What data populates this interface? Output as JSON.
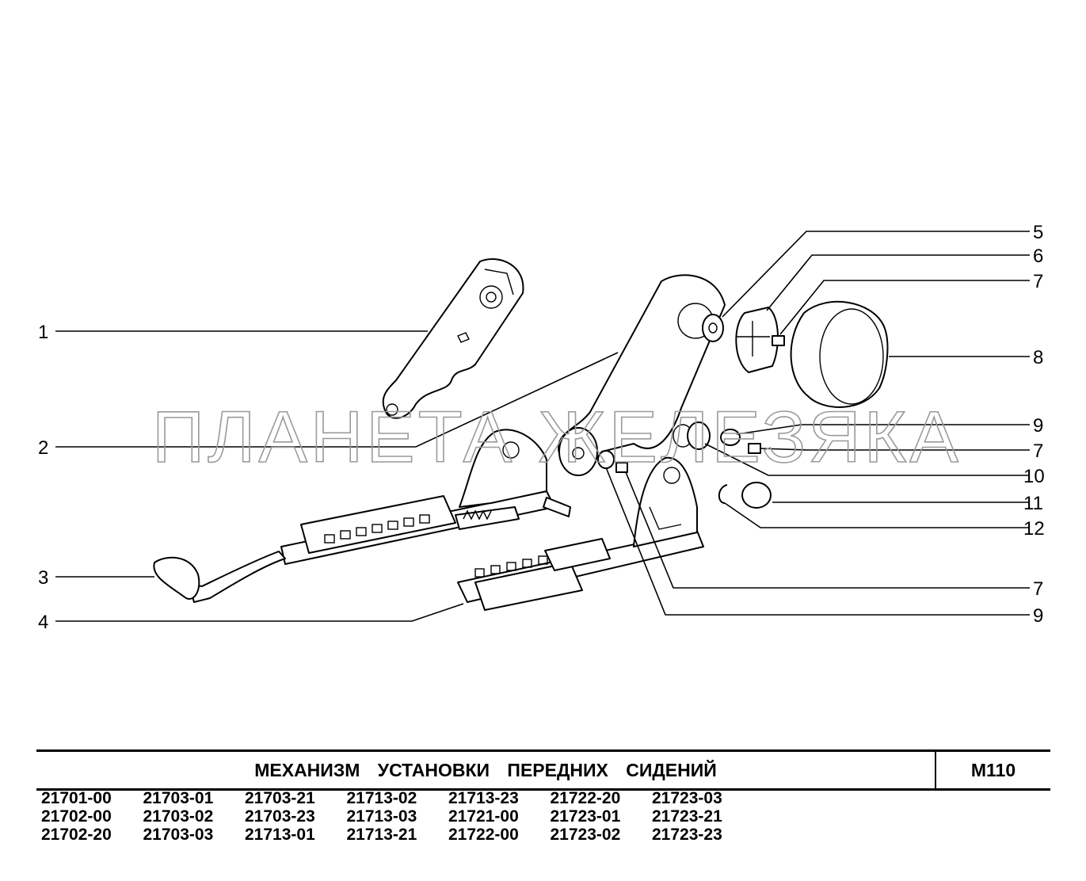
{
  "watermark": "ПЛАНЕТА ЖЕЛЕЗЯКА",
  "callouts_left": [
    "1",
    "2",
    "3",
    "4"
  ],
  "callouts_right": [
    "5",
    "6",
    "7",
    "8",
    "9",
    "7",
    "10",
    "11",
    "12",
    "7",
    "9"
  ],
  "title": "МЕХАНИЗМ   УСТАНОВКИ   ПЕРЕДНИХ   СИДЕНИЙ",
  "sheet_code": "М110",
  "models": [
    [
      "21701-00",
      "21703-01",
      "21703-21",
      "21713-02",
      "21713-23",
      "21722-20",
      "21723-03"
    ],
    [
      "21702-00",
      "21703-02",
      "21703-23",
      "21713-03",
      "21721-00",
      "21723-01",
      "21723-21"
    ],
    [
      "21702-20",
      "21703-03",
      "21713-01",
      "21713-21",
      "21722-00",
      "21723-02",
      "21723-23"
    ]
  ]
}
